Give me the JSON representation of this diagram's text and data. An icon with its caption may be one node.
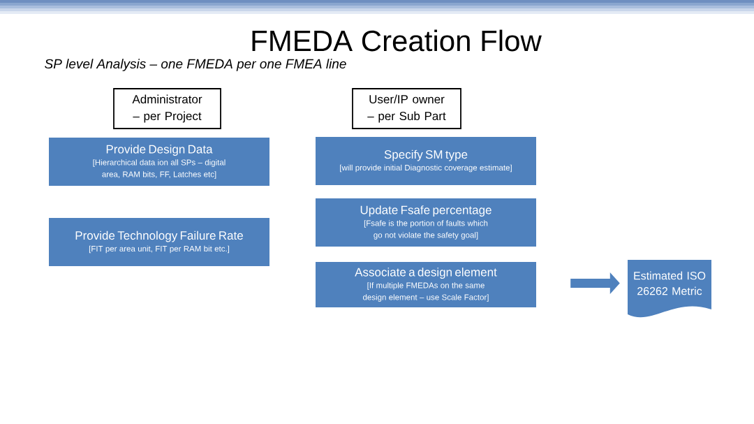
{
  "diagram": {
    "title": "FMEDA Creation Flow",
    "nodes": [
      {
        "text": [
          "Administrator – per Project"
        ]
      },
      {
        "text": [
          "User/IP owner – per Sub Part"
        ]
      },
      {
        "text": [
          "Provide Design Data",
          "[Hierarchical data ion all SPs – digital area, RAM bits, FF, Latches etc]"
        ]
      },
      {
        "text": [
          "Provide Technology Failure Rate",
          "[FIT per area unit, FIT per RAM bit etc.]"
        ]
      },
      {
        "text": [
          "Specify SM type",
          "[will provide initial Diagnostic coverage estimate]"
        ]
      },
      {
        "text": [
          "Update Fsafe percentage",
          "[Fsafe is the portion of faults which go not violate the safety goal]"
        ]
      },
      {
        "text": [
          "Associate a design element",
          "[If multiple FMEDAs on the same design element – use Scale Factor]"
        ]
      },
      {
        "text": [
          "Estimated ISO 26262 Metric"
        ]
      }
    ],
    "edges": [
      {
        "from": 6,
        "to": 7,
        "arrow": "to"
      }
    ],
    "labels": [
      "SP level Analysis – one FMEDA per one FMEA line"
    ]
  }
}
